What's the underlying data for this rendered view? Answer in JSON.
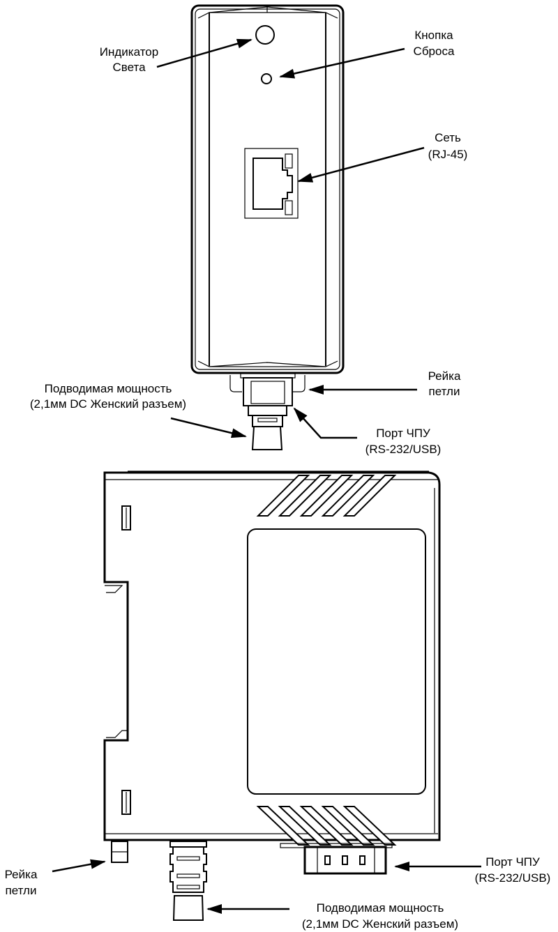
{
  "front_view": {
    "labels": {
      "indicator": [
        "Индикатор",
        "Света"
      ],
      "reset": [
        "Кнопка",
        "Сброса"
      ],
      "network": [
        "Сеть",
        "(RJ-45)"
      ],
      "rail": [
        "Рейка",
        "петли"
      ],
      "power": [
        "Подводимая мощность",
        "(2,1мм DC Женский разъем)"
      ],
      "cnc_port": [
        "Порт ЧПУ",
        "(RS-232/USB)"
      ]
    }
  },
  "side_view": {
    "labels": {
      "rail": [
        "Рейка",
        "петли"
      ],
      "cnc_port": [
        "Порт ЧПУ",
        "(RS-232/USB)"
      ],
      "power": [
        "Подводимая мощность",
        "(2,1мм DC Женский разъем)"
      ]
    }
  }
}
